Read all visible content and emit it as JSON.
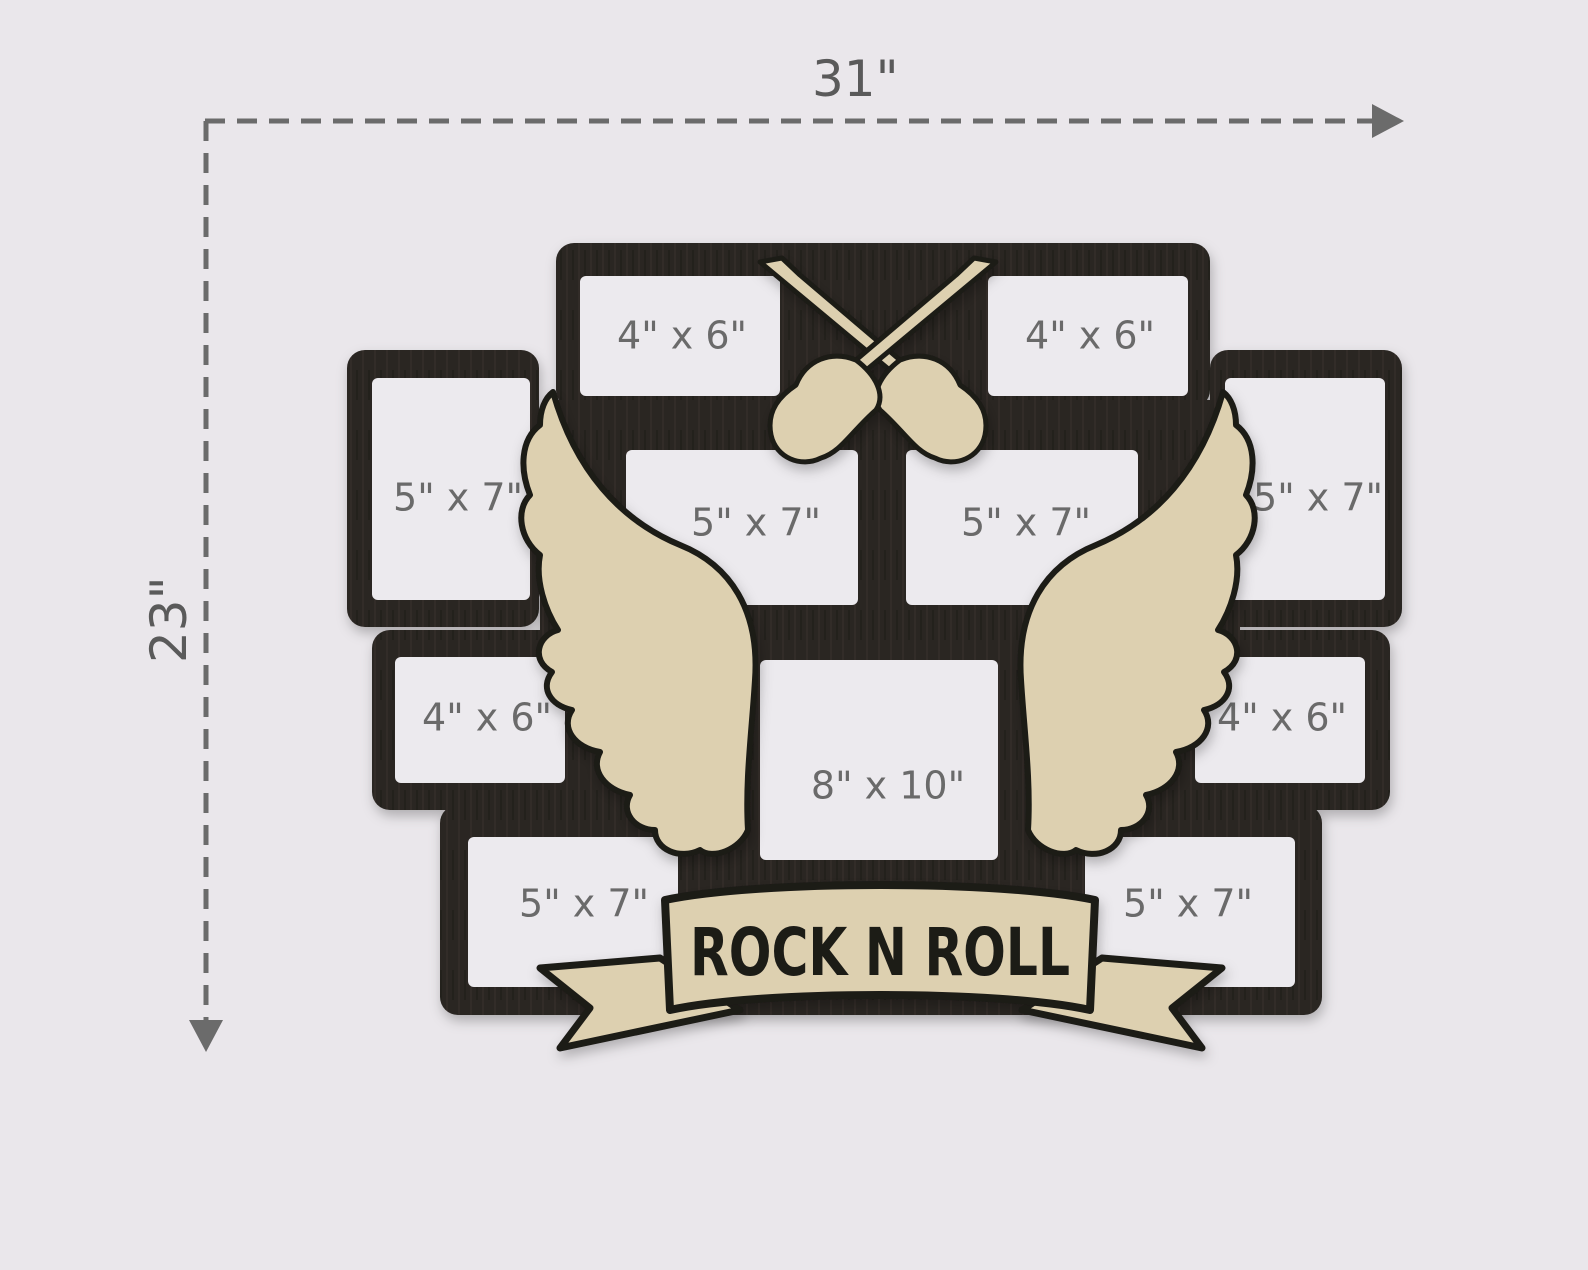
{
  "dimensions": {
    "width_label": "31\"",
    "height_label": "23\""
  },
  "frame": {
    "banner_text": "ROCK N ROLL",
    "colors": {
      "background": "#eae7eb",
      "dark_wood": "#2a2623",
      "light_wood": "#ddd0b0",
      "opening": "#eceaee",
      "dimension_line": "#6b6b6b"
    },
    "slots": [
      {
        "id": "top-left",
        "label": "4\" x 6\""
      },
      {
        "id": "top-right",
        "label": "4\" x 6\""
      },
      {
        "id": "left-upper",
        "label": "5\" x 7\""
      },
      {
        "id": "center-left",
        "label": "5\" x 7\""
      },
      {
        "id": "center-right",
        "label": "5\" x 7\""
      },
      {
        "id": "right-upper",
        "label": "5\" x 7\""
      },
      {
        "id": "left-middle",
        "label": "4\" x 6\""
      },
      {
        "id": "center",
        "label": "8\" x 10\""
      },
      {
        "id": "right-middle",
        "label": "4\" x 6\""
      },
      {
        "id": "bottom-left",
        "label": "5\" x 7\""
      },
      {
        "id": "bottom-right",
        "label": "5\" x 7\""
      }
    ]
  }
}
